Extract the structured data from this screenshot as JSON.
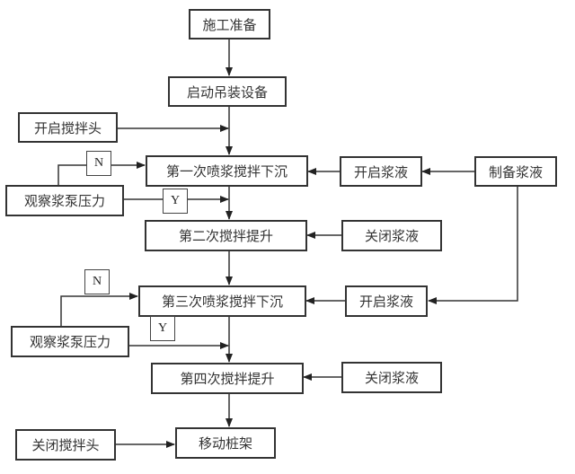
{
  "diagram": {
    "type": "flowchart",
    "nodes": {
      "prep": "施工准备",
      "start_hoist": "启动吊装设备",
      "open_mixer_head": "开启搅拌头",
      "spray_down_1": "第一次喷浆搅拌下沉",
      "open_slurry_1": "开启浆液",
      "make_slurry": "制备浆液",
      "observe_pressure_1": "观察浆泵压力",
      "lift_2": "第二次搅拌提升",
      "close_slurry_1": "关闭浆液",
      "spray_down_3": "第三次喷浆搅拌下沉",
      "open_slurry_2": "开启浆液",
      "observe_pressure_2": "观察浆泵压力",
      "lift_4": "第四次搅拌提升",
      "close_slurry_2": "关闭浆液",
      "close_mixer_head": "关闭搅拌头",
      "move_rig": "移动桩架"
    },
    "decision_labels": {
      "no_1": "N",
      "yes_1": "Y",
      "no_2": "N",
      "yes_2": "Y"
    },
    "edges": [
      {
        "from": "prep",
        "to": "start_hoist"
      },
      {
        "from": "start_hoist",
        "to": "spray_down_1"
      },
      {
        "from": "open_mixer_head",
        "to": "spray_down_1"
      },
      {
        "from": "make_slurry",
        "to": "open_slurry_1"
      },
      {
        "from": "open_slurry_1",
        "to": "spray_down_1"
      },
      {
        "from": "observe_pressure_1",
        "to": "spray_down_1",
        "label": "N"
      },
      {
        "from": "observe_pressure_1",
        "to": "lift_2",
        "label": "Y"
      },
      {
        "from": "spray_down_1",
        "to": "lift_2"
      },
      {
        "from": "close_slurry_1",
        "to": "lift_2"
      },
      {
        "from": "lift_2",
        "to": "spray_down_3"
      },
      {
        "from": "make_slurry",
        "to": "open_slurry_2"
      },
      {
        "from": "open_slurry_2",
        "to": "spray_down_3"
      },
      {
        "from": "observe_pressure_2",
        "to": "spray_down_3",
        "label": "N"
      },
      {
        "from": "observe_pressure_2",
        "to": "lift_4",
        "label": "Y"
      },
      {
        "from": "spray_down_3",
        "to": "lift_4"
      },
      {
        "from": "close_slurry_2",
        "to": "lift_4"
      },
      {
        "from": "lift_4",
        "to": "move_rig"
      },
      {
        "from": "close_mixer_head",
        "to": "move_rig"
      }
    ],
    "colors": {
      "line": "#333333",
      "background": "#ffffff"
    }
  }
}
